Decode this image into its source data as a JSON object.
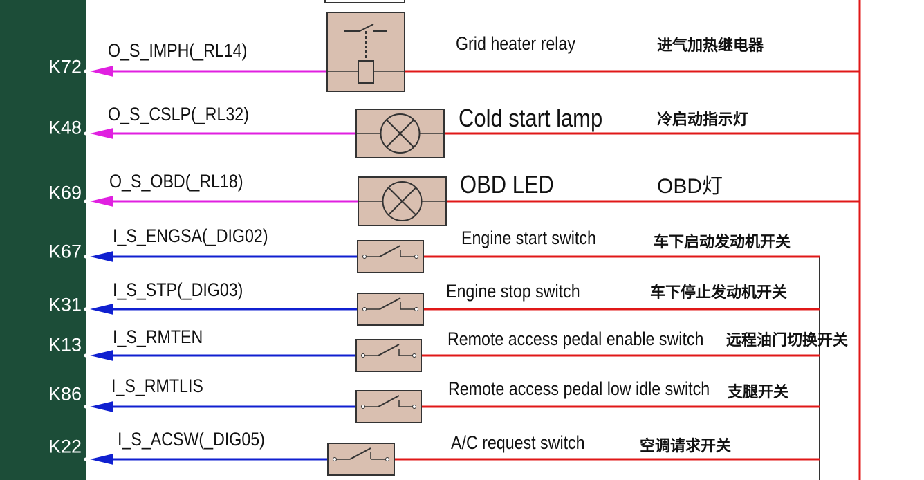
{
  "colors": {
    "connector_strip": "#1c4d38",
    "output_wire": "#e020e0",
    "input_wire": "#1020d0",
    "supply_wire": "#e01818",
    "component_fill": "#d9bfb0"
  },
  "rows": [
    {
      "pin": "K72",
      "signal": "O_S_IMPH(_RL14)",
      "component": "relay",
      "wire": "output",
      "name_en": "Grid heater relay",
      "name_cn": "进气加热继电器"
    },
    {
      "pin": "K48",
      "signal": "O_S_CSLP(_RL32)",
      "component": "lamp",
      "wire": "output",
      "name_en": "Cold start lamp",
      "name_cn": "冷启动指示灯"
    },
    {
      "pin": "K69",
      "signal": "O_S_OBD(_RL18)",
      "component": "lamp",
      "wire": "output",
      "name_en": "OBD  LED",
      "name_cn": "OBD灯"
    },
    {
      "pin": "K67",
      "signal": "I_S_ENGSA(_DIG02)",
      "component": "switch",
      "wire": "input",
      "name_en": "Engine start switch",
      "name_cn": "车下启动发动机开关"
    },
    {
      "pin": "K31",
      "signal": "I_S_STP(_DIG03)",
      "component": "switch",
      "wire": "input",
      "name_en": "Engine stop switch",
      "name_cn": "车下停止发动机开关"
    },
    {
      "pin": "K13",
      "signal": "I_S_RMTEN",
      "component": "switch",
      "wire": "input",
      "name_en": "Remote access pedal enable  switch",
      "name_cn": "远程油门切换开关"
    },
    {
      "pin": "K86",
      "signal": "I_S_RMTLIS",
      "component": "switch",
      "wire": "input",
      "name_en": "Remote access pedal low idle  switch",
      "name_cn": "支腿开关"
    },
    {
      "pin": "K22",
      "signal": "I_S_ACSW(_DIG05)",
      "component": "switch",
      "wire": "input",
      "name_en": "A/C request switch",
      "name_cn": "空调请求开关"
    }
  ]
}
